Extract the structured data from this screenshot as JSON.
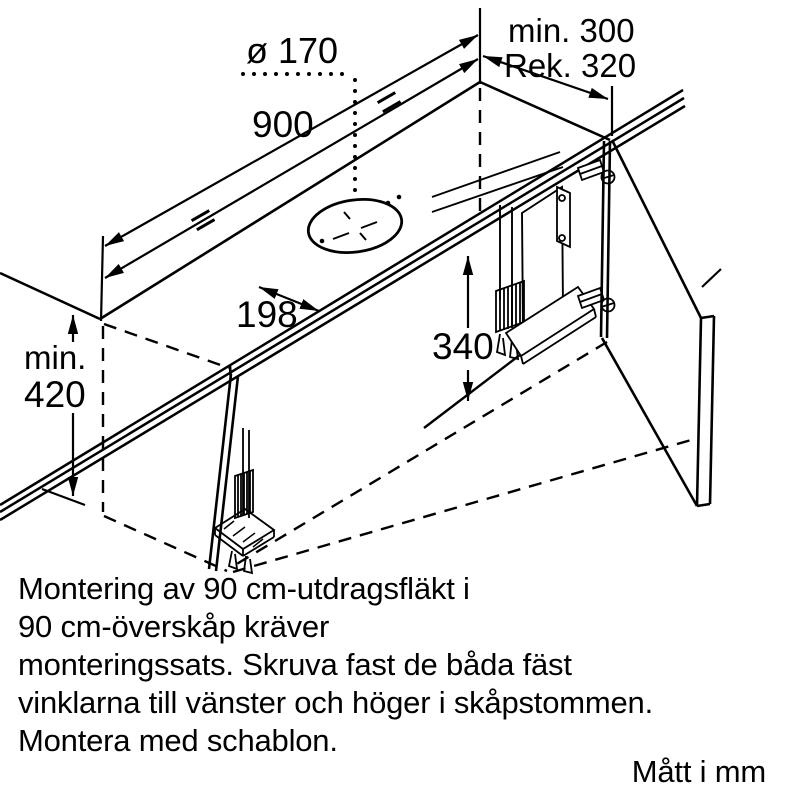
{
  "diagram": {
    "title_context": "Installation drawing of pull-out extractor hood in wall cabinet",
    "labels": {
      "hole_diameter": "ø 170",
      "cabinet_width": "900",
      "equal_left": "=",
      "equal_right": "=",
      "depth_min": "min. 300",
      "depth_recommended": "Rek. 320",
      "hole_center_offset": "198",
      "mounting_height": "340",
      "clearance_min_word": "min.",
      "clearance_min_value": "420"
    },
    "caption": {
      "lines": [
        "Montering av 90 cm-utdragsfläkt i",
        "90 cm-överskåp kräver",
        "monteringssats. Skruva fast de båda fäst",
        "vinklarna till vänster och höger i skåpstommen.",
        "Montera med schablon."
      ],
      "units_note": "Mått i mm"
    },
    "colors": {
      "line": "#000000",
      "background": "#ffffff"
    }
  }
}
